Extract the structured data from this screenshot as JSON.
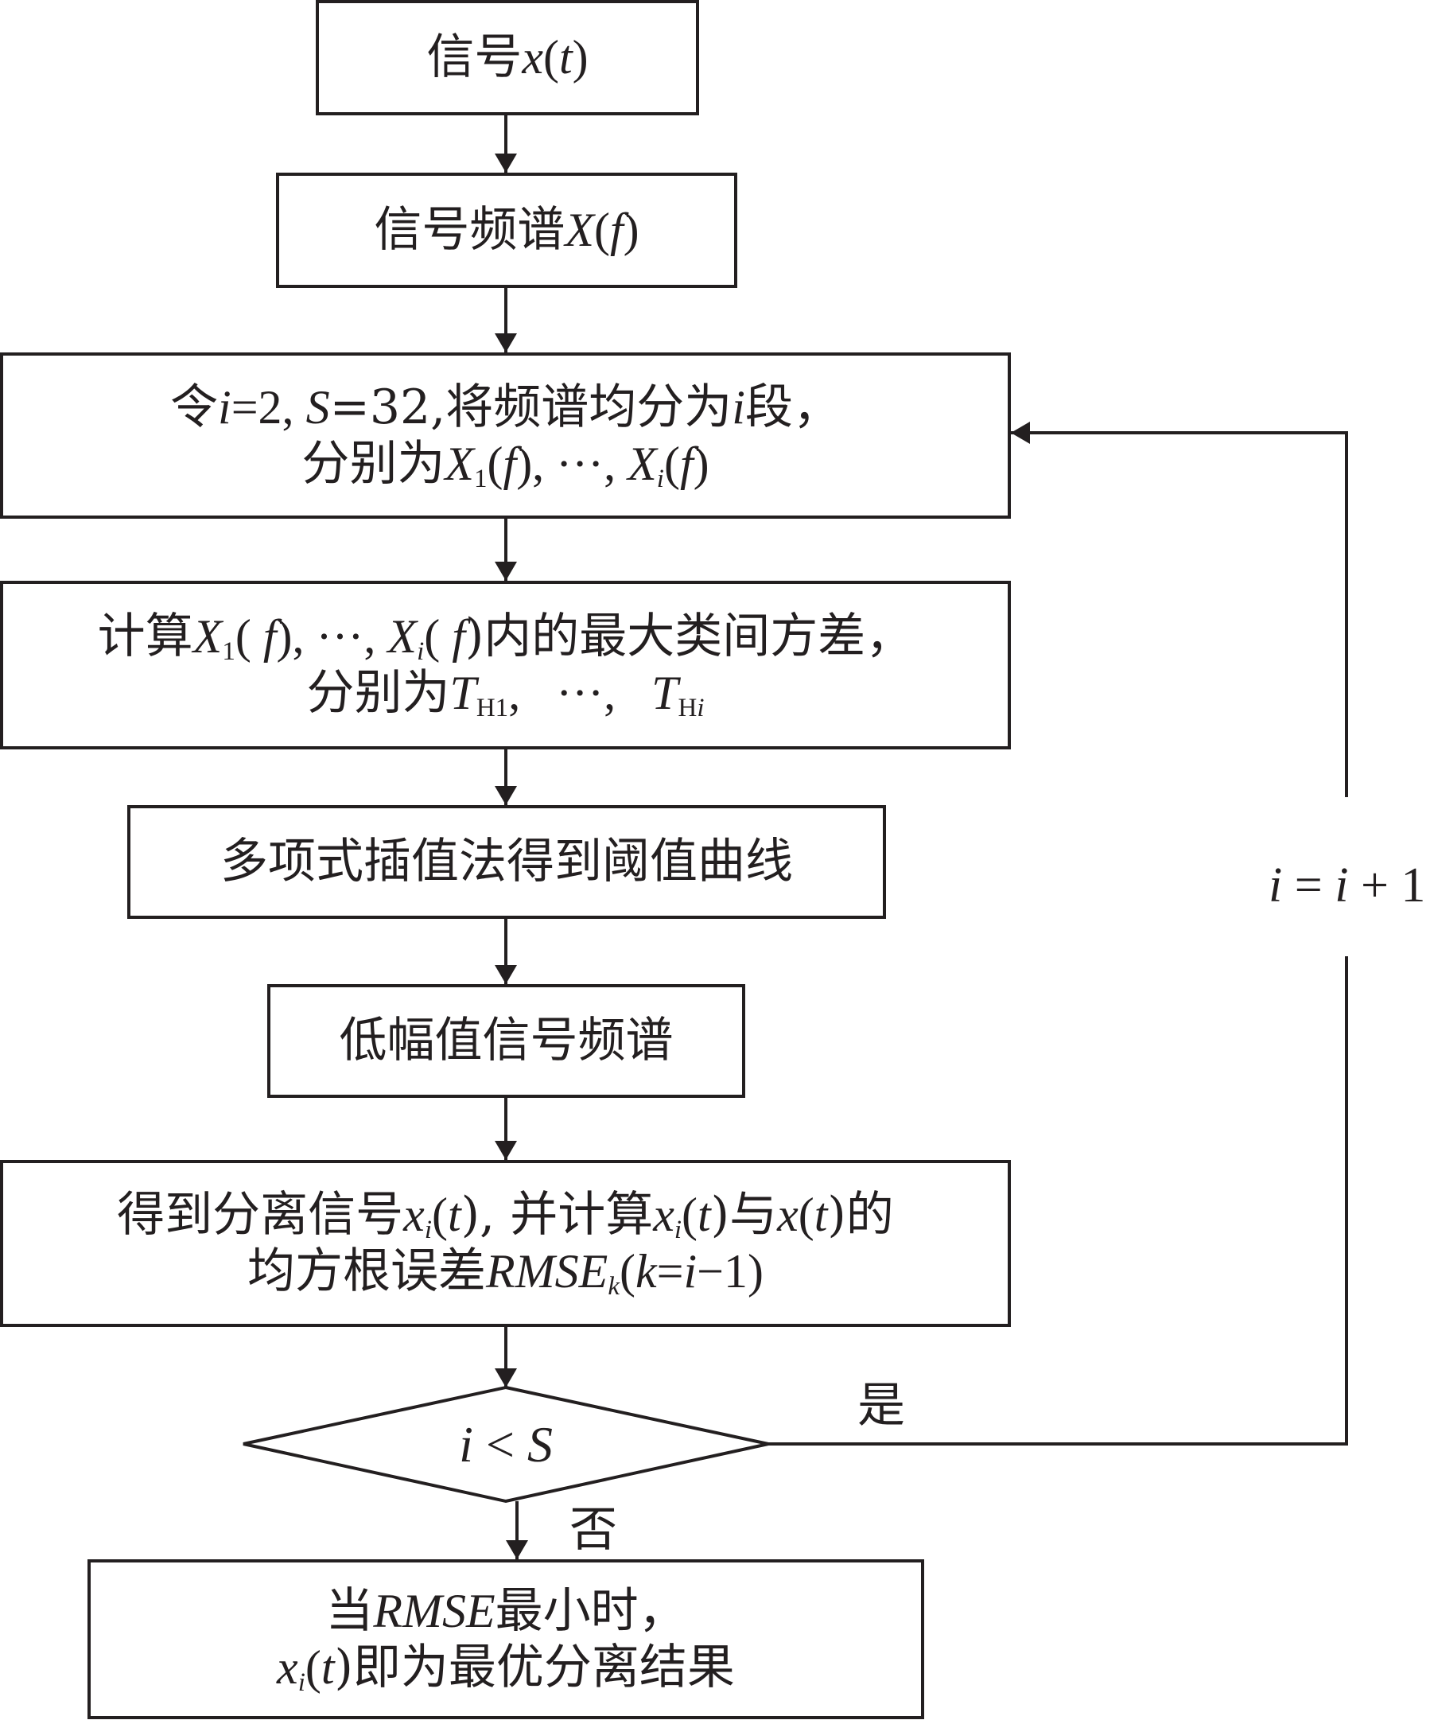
{
  "nodes": {
    "signal": {
      "text": "信号",
      "var": "x",
      "paren_open": "(",
      "arg": "t",
      "paren_close": ")"
    },
    "spectrum": {
      "text": "信号频谱",
      "var": "X",
      "paren_open": "(",
      "arg": "f",
      "paren_close": ")"
    },
    "split": {
      "l1_a": "令",
      "l1_i": "i",
      "l1_b": "=2, ",
      "l1_S": "S",
      "l1_c": "=32,将频谱均分为",
      "l1_i2": "i",
      "l1_d": "段，",
      "l2_a": "分别为",
      "l2_X1": "X",
      "l2_sub1": "1",
      "l2_b": "(",
      "l2_f1": "f",
      "l2_c": "), ···, ",
      "l2_Xi": "X",
      "l2_subi": "i",
      "l2_d": "(",
      "l2_f2": "f",
      "l2_e": ")"
    },
    "variance": {
      "l1_a": "计算",
      "l1_X1": "X",
      "l1_sub1": "1",
      "l1_b": "( ",
      "l1_f1": "f",
      "l1_c": "), ···, ",
      "l1_Xi": "X",
      "l1_subi": "i",
      "l1_d": "( ",
      "l1_f2": "f",
      "l1_e": ")内的最大类间方差，",
      "l2_a": "分别为",
      "l2_T1": "T",
      "l2_sub1": "H1",
      "l2_b": ",   ···,   ",
      "l2_Ti": "T",
      "l2_subH": "H",
      "l2_subi": "i"
    },
    "interp": {
      "text": "多项式插值法得到阈值曲线"
    },
    "low": {
      "text": "低幅值信号频谱"
    },
    "separate": {
      "l1_a": "得到分离信号",
      "l1_x1": "x",
      "l1_sub1": "i",
      "l1_b": "(",
      "l1_t1": "t",
      "l1_c": "), 并计算",
      "l1_x2": "x",
      "l1_sub2": "i",
      "l1_d": "(",
      "l1_t2": "t",
      "l1_e": ")与",
      "l1_x3": "x",
      "l1_f": "(",
      "l1_t3": "t",
      "l1_g": ")的",
      "l2_a": "均方根误差",
      "l2_rmse": "RMSE",
      "l2_subk": "k",
      "l2_b": "(",
      "l2_k": "k",
      "l2_c": "=",
      "l2_i": "i",
      "l2_d": "−1)"
    },
    "decision": {
      "i": "i",
      "op": " < ",
      "S": "S"
    },
    "result": {
      "l1_a": "当",
      "l1_rmse": "RMSE",
      "l1_b": "最小时，",
      "l2_x": "x",
      "l2_sub": "i",
      "l2_a": "(",
      "l2_t": "t",
      "l2_b": ")即为最优分离结果"
    }
  },
  "labels": {
    "yes": "是",
    "no": "否",
    "loop": {
      "i1": "i",
      "eq": " = ",
      "i2": "i",
      "plus": " + 1"
    }
  },
  "colors": {
    "stroke": "#231f20",
    "background": "#ffffff"
  }
}
